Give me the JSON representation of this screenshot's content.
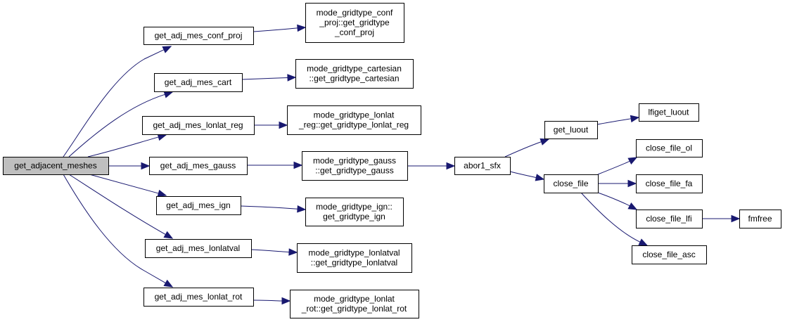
{
  "diagram": {
    "title": "Call graph for get_adjacent_meshes",
    "colors": {
      "edge": "#191970",
      "node_border": "#000000",
      "node_fill": "#ffffff",
      "root_fill": "#bfbfbf"
    },
    "nodes": [
      {
        "id": "get_adjacent_meshes",
        "lines": [
          "get_adjacent_meshes"
        ],
        "root": true
      },
      {
        "id": "get_adj_mes_conf_proj",
        "lines": [
          "get_adj_mes_conf_proj"
        ]
      },
      {
        "id": "get_adj_mes_cart",
        "lines": [
          "get_adj_mes_cart"
        ]
      },
      {
        "id": "get_adj_mes_lonlat_reg",
        "lines": [
          "get_adj_mes_lonlat_reg"
        ]
      },
      {
        "id": "get_adj_mes_gauss",
        "lines": [
          "get_adj_mes_gauss"
        ]
      },
      {
        "id": "get_adj_mes_ign",
        "lines": [
          "get_adj_mes_ign"
        ]
      },
      {
        "id": "get_adj_mes_lonlatval",
        "lines": [
          "get_adj_mes_lonlatval"
        ]
      },
      {
        "id": "get_adj_mes_lonlat_rot",
        "lines": [
          "get_adj_mes_lonlat_rot"
        ]
      },
      {
        "id": "mode_gridtype_conf_proj",
        "lines": [
          "mode_gridtype_conf",
          "_proj::get_gridtype",
          "_conf_proj"
        ]
      },
      {
        "id": "mode_gridtype_cartesian",
        "lines": [
          "mode_gridtype_cartesian",
          "::get_gridtype_cartesian"
        ]
      },
      {
        "id": "mode_gridtype_lonlat_reg",
        "lines": [
          "mode_gridtype_lonlat",
          "_reg::get_gridtype_lonlat_reg"
        ]
      },
      {
        "id": "mode_gridtype_gauss",
        "lines": [
          "mode_gridtype_gauss",
          "::get_gridtype_gauss"
        ]
      },
      {
        "id": "mode_gridtype_ign",
        "lines": [
          "mode_gridtype_ign::",
          "get_gridtype_ign"
        ]
      },
      {
        "id": "mode_gridtype_lonlatval",
        "lines": [
          "mode_gridtype_lonlatval",
          "::get_gridtype_lonlatval"
        ]
      },
      {
        "id": "mode_gridtype_lonlat_rot",
        "lines": [
          "mode_gridtype_lonlat",
          "_rot::get_gridtype_lonlat_rot"
        ]
      },
      {
        "id": "abor1_sfx",
        "lines": [
          "abor1_sfx"
        ]
      },
      {
        "id": "get_luout",
        "lines": [
          "get_luout"
        ]
      },
      {
        "id": "close_file",
        "lines": [
          "close_file"
        ]
      },
      {
        "id": "lfiget_luout",
        "lines": [
          "lfiget_luout"
        ]
      },
      {
        "id": "close_file_ol",
        "lines": [
          "close_file_ol"
        ]
      },
      {
        "id": "close_file_fa",
        "lines": [
          "close_file_fa"
        ]
      },
      {
        "id": "close_file_lfi",
        "lines": [
          "close_file_lfi"
        ]
      },
      {
        "id": "fmfree",
        "lines": [
          "fmfree"
        ]
      },
      {
        "id": "close_file_asc",
        "lines": [
          "close_file_asc"
        ]
      }
    ],
    "edges": [
      {
        "from": "get_adjacent_meshes",
        "to": "get_adj_mes_conf_proj"
      },
      {
        "from": "get_adjacent_meshes",
        "to": "get_adj_mes_cart"
      },
      {
        "from": "get_adjacent_meshes",
        "to": "get_adj_mes_lonlat_reg"
      },
      {
        "from": "get_adjacent_meshes",
        "to": "get_adj_mes_gauss"
      },
      {
        "from": "get_adjacent_meshes",
        "to": "get_adj_mes_ign"
      },
      {
        "from": "get_adjacent_meshes",
        "to": "get_adj_mes_lonlatval"
      },
      {
        "from": "get_adjacent_meshes",
        "to": "get_adj_mes_lonlat_rot"
      },
      {
        "from": "get_adj_mes_conf_proj",
        "to": "mode_gridtype_conf_proj"
      },
      {
        "from": "get_adj_mes_cart",
        "to": "mode_gridtype_cartesian"
      },
      {
        "from": "get_adj_mes_lonlat_reg",
        "to": "mode_gridtype_lonlat_reg"
      },
      {
        "from": "get_adj_mes_gauss",
        "to": "mode_gridtype_gauss"
      },
      {
        "from": "get_adj_mes_ign",
        "to": "mode_gridtype_ign"
      },
      {
        "from": "get_adj_mes_lonlatval",
        "to": "mode_gridtype_lonlatval"
      },
      {
        "from": "get_adj_mes_lonlat_rot",
        "to": "mode_gridtype_lonlat_rot"
      },
      {
        "from": "mode_gridtype_gauss",
        "to": "abor1_sfx"
      },
      {
        "from": "abor1_sfx",
        "to": "get_luout"
      },
      {
        "from": "abor1_sfx",
        "to": "close_file"
      },
      {
        "from": "get_luout",
        "to": "lfiget_luout"
      },
      {
        "from": "close_file",
        "to": "close_file_ol"
      },
      {
        "from": "close_file",
        "to": "close_file_fa"
      },
      {
        "from": "close_file",
        "to": "close_file_lfi"
      },
      {
        "from": "close_file",
        "to": "close_file_asc"
      },
      {
        "from": "close_file_lfi",
        "to": "fmfree"
      }
    ]
  }
}
